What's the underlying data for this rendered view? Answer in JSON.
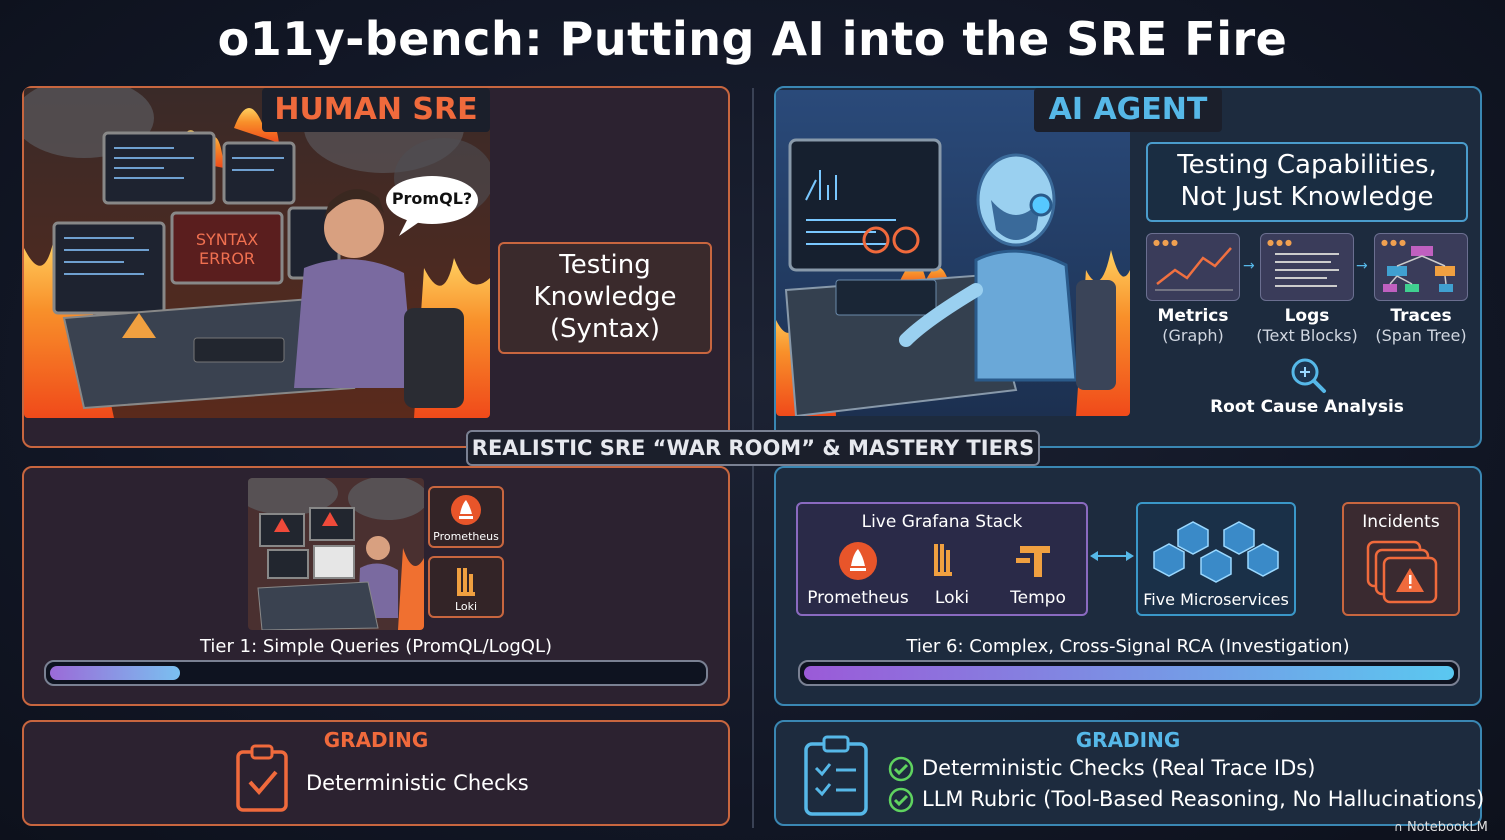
{
  "title": "o11y-bench: Putting AI into the SRE Fire",
  "banner": "REALISTIC SRE “WAR ROOM” & MASTERY TIERS",
  "left": {
    "heading": "HUMAN SRE",
    "speech": "PromQL?",
    "screen_text": "SYNTAX\nERROR",
    "testing_box": [
      "Testing",
      "Knowledge",
      "(Syntax)"
    ],
    "tier_tools": [
      "Prometheus",
      "Loki"
    ],
    "tier_label": "Tier 1: Simple Queries (PromQL/LogQL)",
    "tier_progress": 0.2,
    "grading_heading": "GRADING",
    "grading_item": "Deterministic Checks"
  },
  "right": {
    "heading": "AI AGENT",
    "capabilities": [
      "Testing Capabilities,",
      "Not Just Knowledge"
    ],
    "signals": [
      {
        "name": "Metrics",
        "sub": "(Graph)"
      },
      {
        "name": "Logs",
        "sub": "(Text Blocks)"
      },
      {
        "name": "Traces",
        "sub": "(Span Tree)"
      }
    ],
    "rca": "Root Cause Analysis",
    "stack_title": "Live Grafana Stack",
    "stack_tools": [
      "Prometheus",
      "Loki",
      "Tempo"
    ],
    "microservices": "Five Microservices",
    "incidents": "Incidents",
    "tier_label": "Tier 6: Complex, Cross-Signal RCA (Investigation)",
    "tier_progress": 1.0,
    "grading_heading": "GRADING",
    "grading_items": [
      "Deterministic Checks (Real Trace IDs)",
      "LLM Rubric (Tool-Based Reasoning, No Hallucinations)"
    ]
  },
  "watermark": "NotebookLM",
  "colors": {
    "left_accent": "#f06a3c",
    "right_accent": "#56b8e8",
    "check_green": "#5fd35f"
  }
}
